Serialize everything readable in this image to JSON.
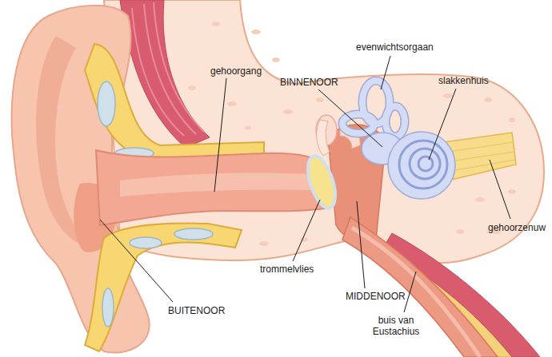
{
  "diagram": {
    "labels": [
      "evenwichtsorgaan",
      "gehoorgang",
      "BINNENOOR",
      "slakkenhuis",
      "gehoorzenuw",
      "trommelvlies",
      "MIDDENOOR",
      "BUITENOOR",
      "buis van Eustachius"
    ]
  }
}
